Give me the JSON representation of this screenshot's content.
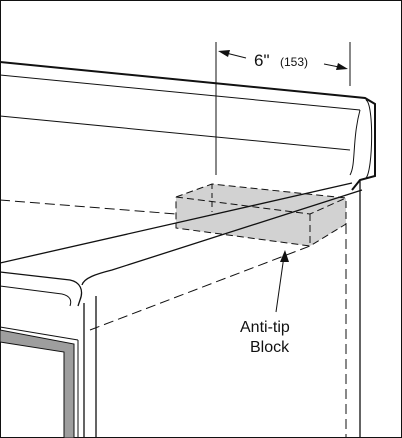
{
  "dimension": {
    "inches": "6\"",
    "millimeters": "(153)"
  },
  "callout": {
    "line1": "Anti-tip",
    "line2": "Block"
  },
  "colors": {
    "line": "#111111",
    "block_fill": "#d2d2d2",
    "frame_fill": "#9e9e9e",
    "background": "#ffffff"
  }
}
